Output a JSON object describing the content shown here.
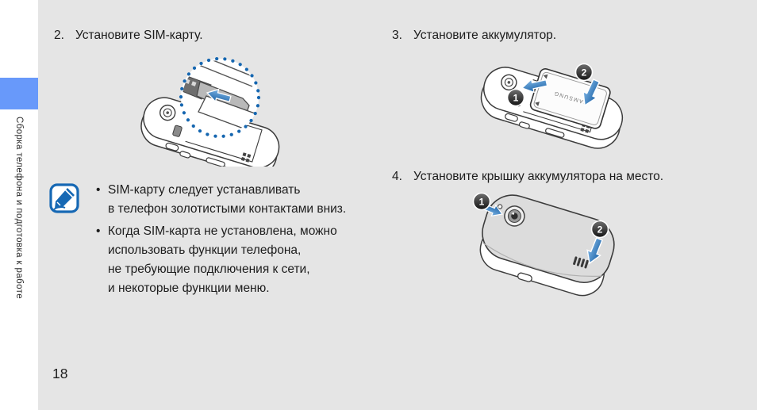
{
  "colors": {
    "page_background": "#e5e5e5",
    "sidebar_background": "#ffffff",
    "chapter_tab_blue": "#6899fa",
    "accent_arrow_blue": "#2e7cc3",
    "note_icon_blue": "#1668b4",
    "dotted_circle_blue": "#1566b0"
  },
  "sidebar": {
    "chapter_label": "Сборка телефона и подготовка к работе"
  },
  "footer": {
    "page_number": "18"
  },
  "steps": {
    "step2": {
      "number": "2.",
      "label": "Установите SIM-карту."
    },
    "step3": {
      "number": "3.",
      "label": "Установите аккумулятор."
    },
    "step4": {
      "number": "4.",
      "label": "Установите крышку аккумулятора на место."
    }
  },
  "note": {
    "bullet_char": "•",
    "bullets": [
      "SIM-карту следует устанавливать\nв телефон золотистыми контактами вниз.",
      "Когда SIM-карта не установлена, можно\nиспользовать функции телефона,\nне требующие подключения к сети,\nи некоторые функции меню."
    ]
  },
  "illustrations": {
    "battery_brand": "SAMSUNG",
    "marker_1": "1",
    "marker_2": "2"
  }
}
